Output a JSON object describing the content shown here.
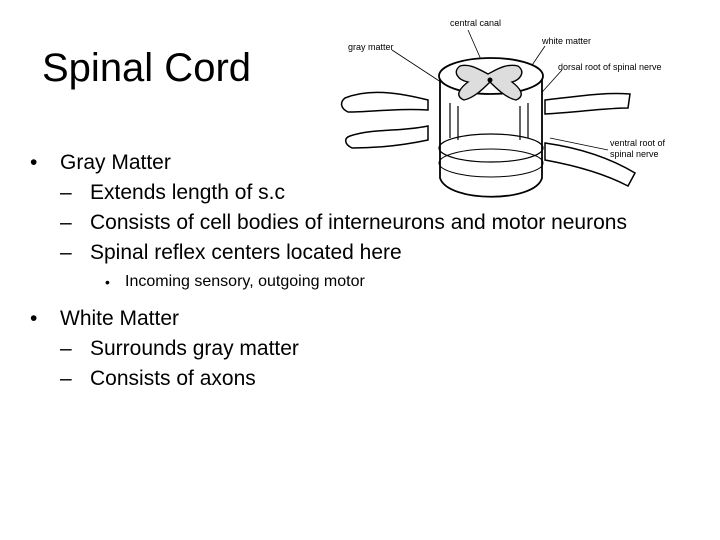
{
  "title": "Spinal Cord",
  "diagram": {
    "labels": {
      "central_canal": "central canal",
      "gray_matter": "gray matter",
      "white_matter": "white matter",
      "dorsal_root": "dorsal root of spinal nerve",
      "ventral_root_1": "ventral root of",
      "ventral_root_2": "spinal nerve"
    }
  },
  "bullets": [
    {
      "text": "Gray Matter",
      "sub": [
        {
          "text": "Extends length of s.c"
        },
        {
          "text": "Consists of cell bodies of interneurons and motor neurons"
        },
        {
          "text": "Spinal reflex centers located here"
        }
      ],
      "subsub": "Incoming sensory, outgoing motor"
    },
    {
      "text": "White Matter",
      "sub": [
        {
          "text": "Surrounds gray matter"
        },
        {
          "text": "Consists of axons"
        }
      ]
    }
  ],
  "bullet_char": "•",
  "dash_char": "–"
}
